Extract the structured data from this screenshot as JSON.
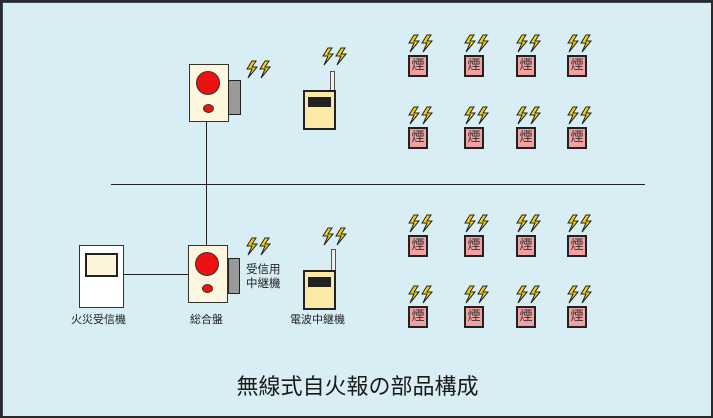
{
  "diagram": {
    "title": "無線式自火報の部品構成",
    "labels": {
      "receiver": "火災受信機",
      "panel": "総合盤",
      "relay_receiver_line1": "受信用",
      "relay_receiver_line2": "中継機",
      "radio_relay": "電波中継機"
    },
    "smoke_detector_char": "煙",
    "colors": {
      "background": "#d8eef4",
      "lamp": "#ee1111",
      "smoke_detector": "#f3a0a0",
      "lightning": "#f5d410",
      "panel": "#fff7dd",
      "radio_body": "#fde9a6"
    },
    "smoke_detectors": {
      "upper_area_rows": 2,
      "lower_area_rows": 2,
      "columns": 4
    }
  }
}
